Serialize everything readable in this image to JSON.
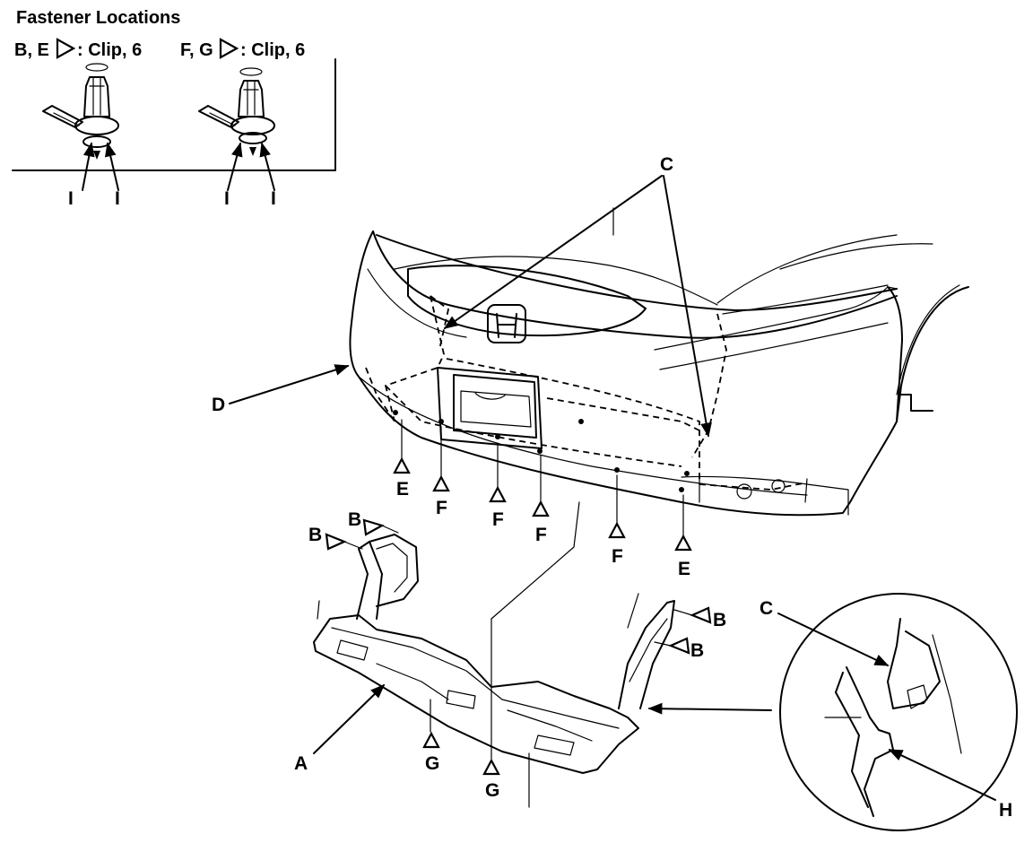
{
  "title": "Fastener Locations",
  "legend": [
    {
      "letters": "B, E",
      "suffix": ": Clip, 6"
    },
    {
      "letters": "F, G",
      "suffix": ": Clip, 6"
    }
  ],
  "labels": {
    "A": "A",
    "B": "B",
    "C": "C",
    "D": "D",
    "E": "E",
    "F": "F",
    "G": "G",
    "H": "H",
    "I": "I"
  }
}
